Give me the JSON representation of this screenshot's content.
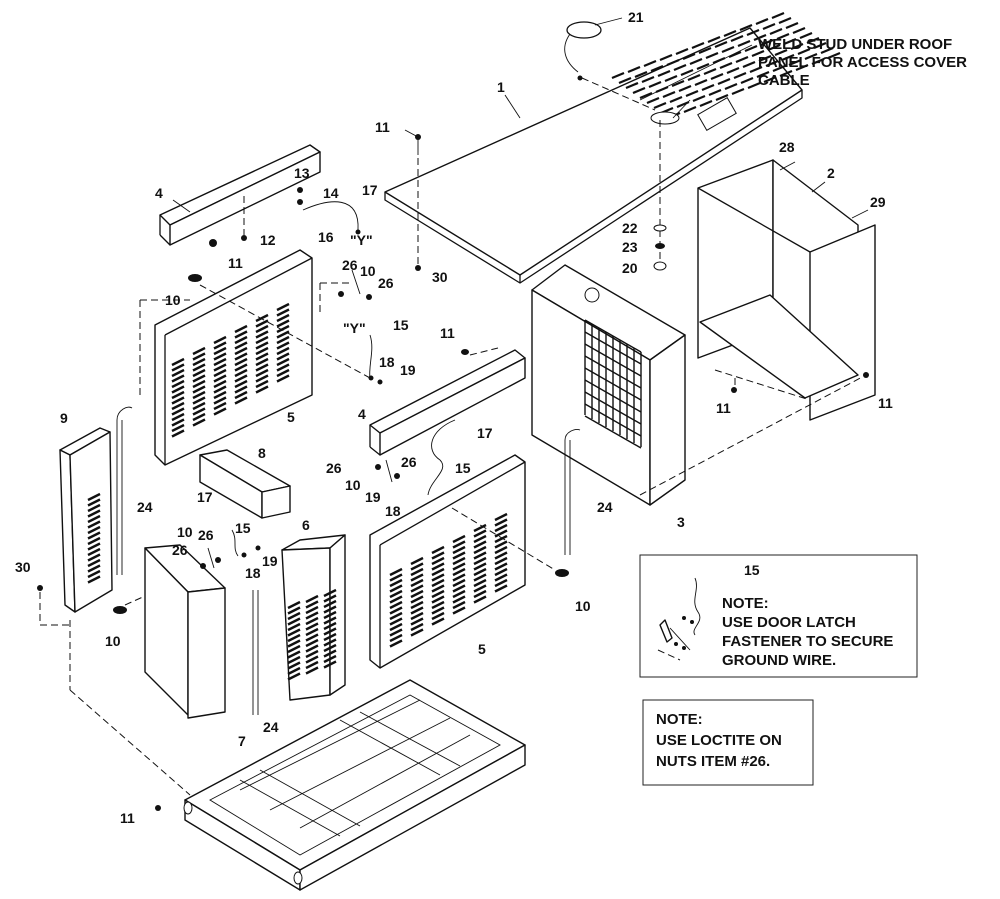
{
  "weld_note": [
    "WELD STUD UNDER ROOF",
    "PANEL FOR ACCESS COVER",
    "CABLE"
  ],
  "note_box_1": {
    "number": "15",
    "lines": [
      "NOTE:",
      "USE DOOR LATCH",
      "FASTENER TO SECURE",
      "GROUND WIRE."
    ]
  },
  "note_box_2": {
    "lines": [
      "NOTE:",
      "USE LOCTITE ON",
      "NUTS ITEM #26."
    ]
  },
  "callouts": {
    "c21": "21",
    "c1": "1",
    "c11a": "11",
    "c13": "13",
    "c14": "14",
    "c17a": "17",
    "c4a": "4",
    "c12": "12",
    "c16": "16",
    "cYa": "\"Y\"",
    "c11b": "11",
    "c28": "28",
    "c2": "2",
    "c29": "29",
    "c22": "22",
    "c23": "23",
    "c20": "20",
    "c30a": "30",
    "c26a": "26",
    "c10a": "10",
    "c26b": "26",
    "c10b": "10",
    "cYb": "\"Y\"",
    "c15a": "15",
    "c18a": "18",
    "c19a": "19",
    "c11c": "11",
    "c5a": "5",
    "c11d": "11",
    "c11e": "11",
    "c9": "9",
    "c24a": "24",
    "c4b": "4",
    "c17b": "17",
    "c26c": "26",
    "c26d": "26",
    "c15b": "15",
    "c10c": "10",
    "c19b": "19",
    "c18b": "18",
    "c8": "8",
    "c17c": "17",
    "c3": "3",
    "c24b": "24",
    "c10d": "10",
    "c26e": "26",
    "c15c": "15",
    "c6": "6",
    "c30b": "30",
    "c19c": "19",
    "c18c": "18",
    "c10e": "10",
    "c10f": "10",
    "c5b": "5",
    "c24c": "24",
    "c7": "7",
    "c11f": "11"
  }
}
